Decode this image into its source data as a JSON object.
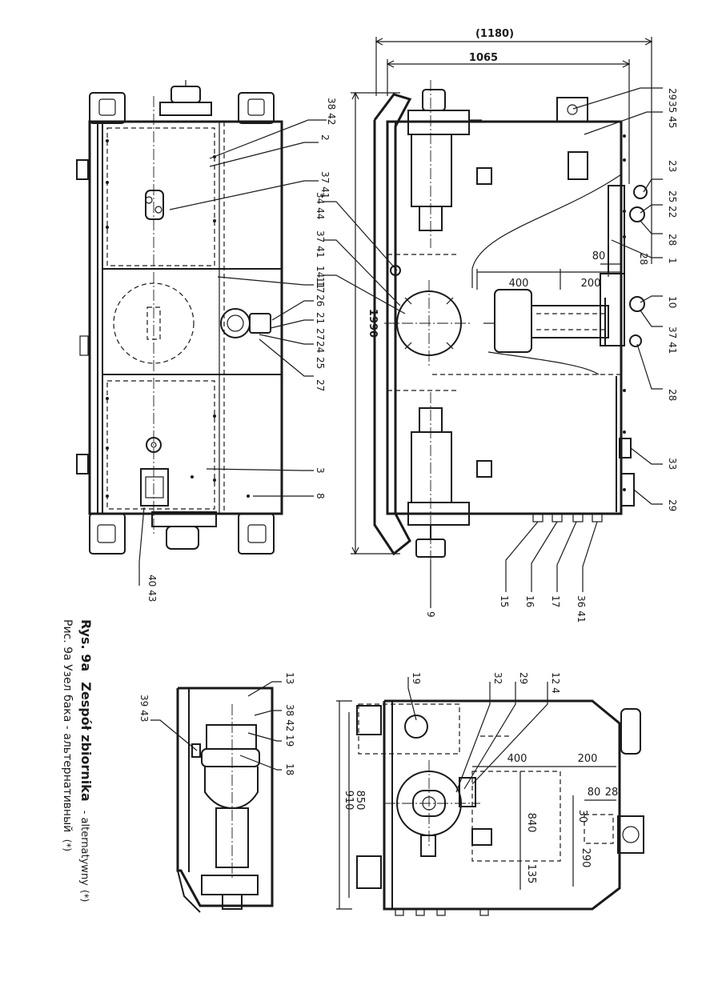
{
  "drawing": {
    "caption_line1_fig": "Rys. 9a",
    "caption_line1_title": "Zespół zbiornika",
    "caption_line1_tail": "- alternatywny",
    "caption_line2": "Рис. 9а Узел бака - альтернативный",
    "caption_mark": "(*)",
    "colors": {
      "ink": "#1a1a1a",
      "paper": "#ffffff"
    }
  },
  "dimensions": {
    "overall_width": "(1180)",
    "width_1065": "1065",
    "length_1990": "1990",
    "d400_a": "400",
    "d200_a": "200",
    "d80_a": "80",
    "d400_b": "400",
    "d200_b": "200",
    "d80_b": "80",
    "d28_b": "28",
    "d30": "30",
    "d290": "290",
    "d840": "840",
    "d135": "135",
    "d850": "850",
    "d910": "910"
  },
  "callouts": {
    "c29a": "29",
    "c35_45": "35 45",
    "c23": "23",
    "c25_22": "25 22",
    "c28a": "28",
    "c1": "1",
    "c28b": "28",
    "c10": "10",
    "c37_41a": "37 41",
    "c28c": "28",
    "c33": "33",
    "c29b": "29",
    "c15": "15",
    "c16": "16",
    "c17": "17",
    "c36_41": "36 41",
    "c9": "9",
    "c34_44": "34 44",
    "c37_41b": "37 41",
    "c14_17": "14 17",
    "c38_42a": "38 42",
    "c2": "2",
    "c37_41c": "37 41",
    "c11": "11",
    "c26": "26",
    "c21": "21",
    "c27a": "27",
    "c24": "24",
    "c25": "25",
    "c27b": "27",
    "c3": "3",
    "c8": "8",
    "c40_43": "40 43",
    "c19a": "19",
    "c32": "32",
    "c29c": "29",
    "c12_4": "12 4",
    "c13": "13",
    "c38_42b": "38 42",
    "c19b": "19",
    "c18": "18",
    "c39_43": "39 43"
  }
}
